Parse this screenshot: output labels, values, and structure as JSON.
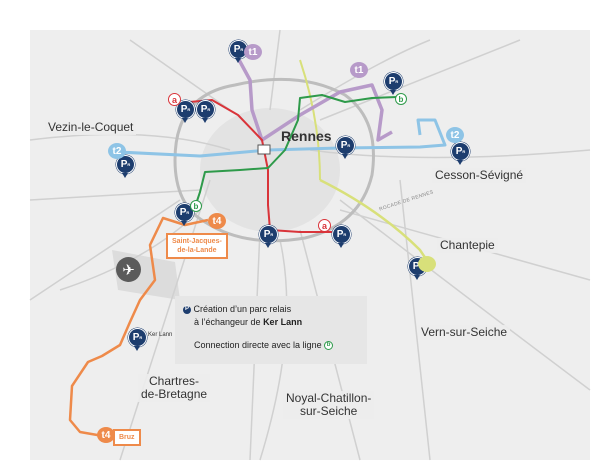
{
  "places": {
    "rennes": "Rennes",
    "vezin": "Vezin-le-Coquet",
    "cesson": "Cesson-Sévigné",
    "chantepie": "Chantepie",
    "vern": "Vern-sur-Seiche",
    "chartres": "Chartres-\nde-Bretagne",
    "noyal": "Noyal-Chatillon-\nsur-Seiche",
    "ker_lann": "Ker Lann",
    "rocade": "ROCADE DE RENNES"
  },
  "stations": {
    "saint_jacques": "Saint-Jacques-\nde-la-Lande",
    "bruz": "Bruz"
  },
  "lines": {
    "a": "a",
    "b": "b",
    "t1": "t1",
    "t2": "t2",
    "t4": "t4"
  },
  "park_ride": {
    "glyph": "P",
    "suffix": "R"
  },
  "info": {
    "line1": "Création d’un parc relais",
    "line2_prefix": "à l’échangeur de ",
    "line2_bold": "Ker Lann",
    "line3": "Connection directe avec la ligne",
    "line3_badge": "b"
  },
  "colors": {
    "line_a": "#d9343a",
    "line_b": "#2e9a4a",
    "t1": "#b79ac9",
    "t2": "#8ec4e6",
    "t4": "#ee8a4a",
    "park_ride": "#1d3d6e",
    "rocade": "#d8e07a",
    "roads": "#c9c9c9"
  },
  "icons": [
    "airplane-icon",
    "park-ride-icon"
  ]
}
